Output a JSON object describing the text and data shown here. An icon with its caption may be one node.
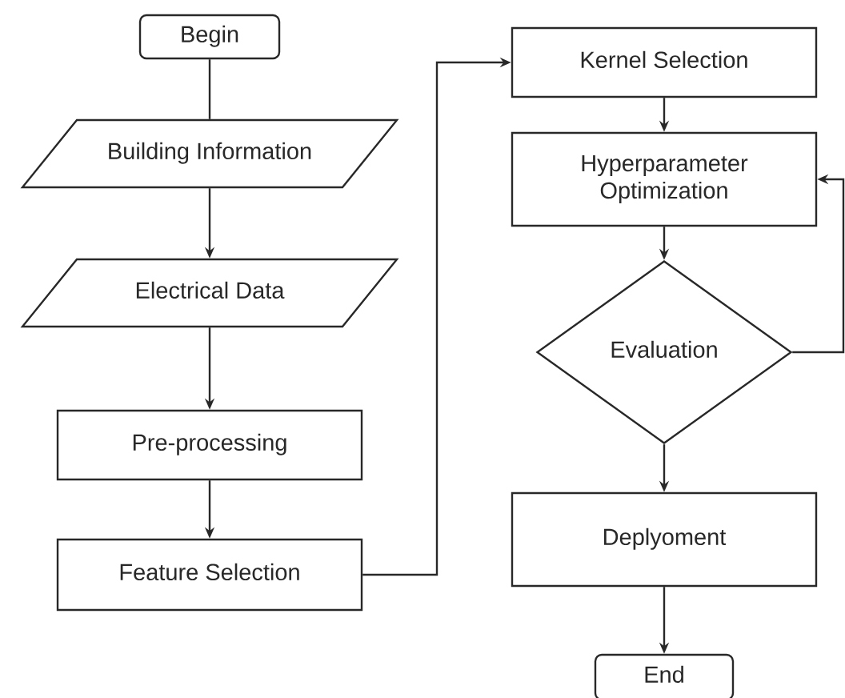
{
  "diagram": {
    "nodes": [
      {
        "text": [
          "Begin"
        ]
      },
      {
        "text": [
          "Building Information"
        ]
      },
      {
        "text": [
          "Electrical Data"
        ]
      },
      {
        "text": [
          "Pre-processing"
        ]
      },
      {
        "text": [
          "Feature Selection"
        ]
      },
      {
        "text": [
          "Kernel Selection"
        ]
      },
      {
        "text": [
          "Hyperparameter Optimization"
        ]
      },
      {
        "text": [
          "Evaluation"
        ]
      },
      {
        "text": [
          "Deplyoment"
        ]
      },
      {
        "text": [
          "End"
        ]
      }
    ],
    "edges": [
      {
        "from": 0,
        "to": 1,
        "arrow": "none"
      },
      {
        "from": 1,
        "to": 2,
        "arrow": "to"
      },
      {
        "from": 2,
        "to": 3,
        "arrow": "to"
      },
      {
        "from": 3,
        "to": 4,
        "arrow": "to"
      },
      {
        "from": 4,
        "to": 5,
        "arrow": "to"
      },
      {
        "from": 5,
        "to": 6,
        "arrow": "to"
      },
      {
        "from": 6,
        "to": 7,
        "arrow": "to"
      },
      {
        "from": 7,
        "to": 6,
        "arrow": "to"
      },
      {
        "from": 7,
        "to": 8,
        "arrow": "to"
      },
      {
        "from": 8,
        "to": 9,
        "arrow": "to"
      }
    ]
  }
}
